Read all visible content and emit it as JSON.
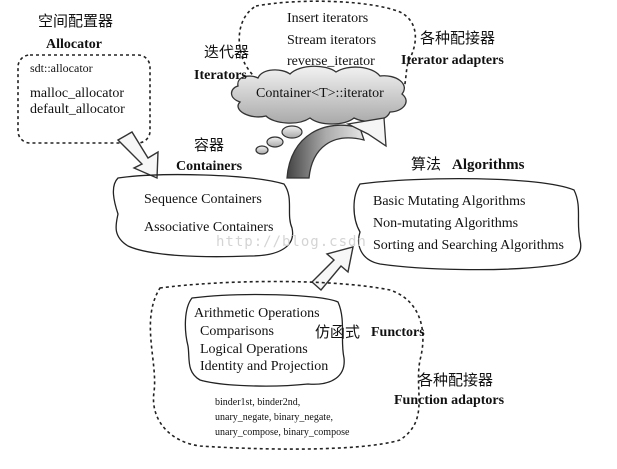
{
  "allocator": {
    "title_cn": "空间配置器",
    "title_en": "Allocator",
    "items": [
      "sdt::allocator",
      "malloc_allocator",
      "default_allocator"
    ]
  },
  "iterators": {
    "title_cn": "迭代器",
    "title_en": "Iterators",
    "center_label": "Container<T>::iterator",
    "items": [
      "Insert iterators",
      "Stream iterators",
      "reverse_iterator"
    ]
  },
  "iterator_adapters": {
    "title_cn": "各种配接器",
    "title_en": "Iterator adapters"
  },
  "containers": {
    "title_cn": "容器",
    "title_en": "Containers",
    "items": [
      "Sequence Containers",
      "Associative Containers"
    ]
  },
  "algorithms": {
    "title_cn": "算法",
    "title_en": "Algorithms",
    "items": [
      "Basic Mutating Algorithms",
      "Non-mutating Algorithms",
      "Sorting and Searching Algorithms"
    ]
  },
  "functors": {
    "title_cn": "仿函式",
    "title_en": "Functors",
    "items": [
      "Arithmetic Operations",
      "Comparisons",
      "Logical Operations",
      "Identity and Projection"
    ]
  },
  "function_adaptors": {
    "title_cn": "各种配接器",
    "title_en": "Function adaptors",
    "items": [
      "binder1st, binder2nd,",
      "unary_negate, binary_negate,",
      "unary_compose, binary_compose"
    ]
  },
  "watermark": "http://blog.csdn"
}
